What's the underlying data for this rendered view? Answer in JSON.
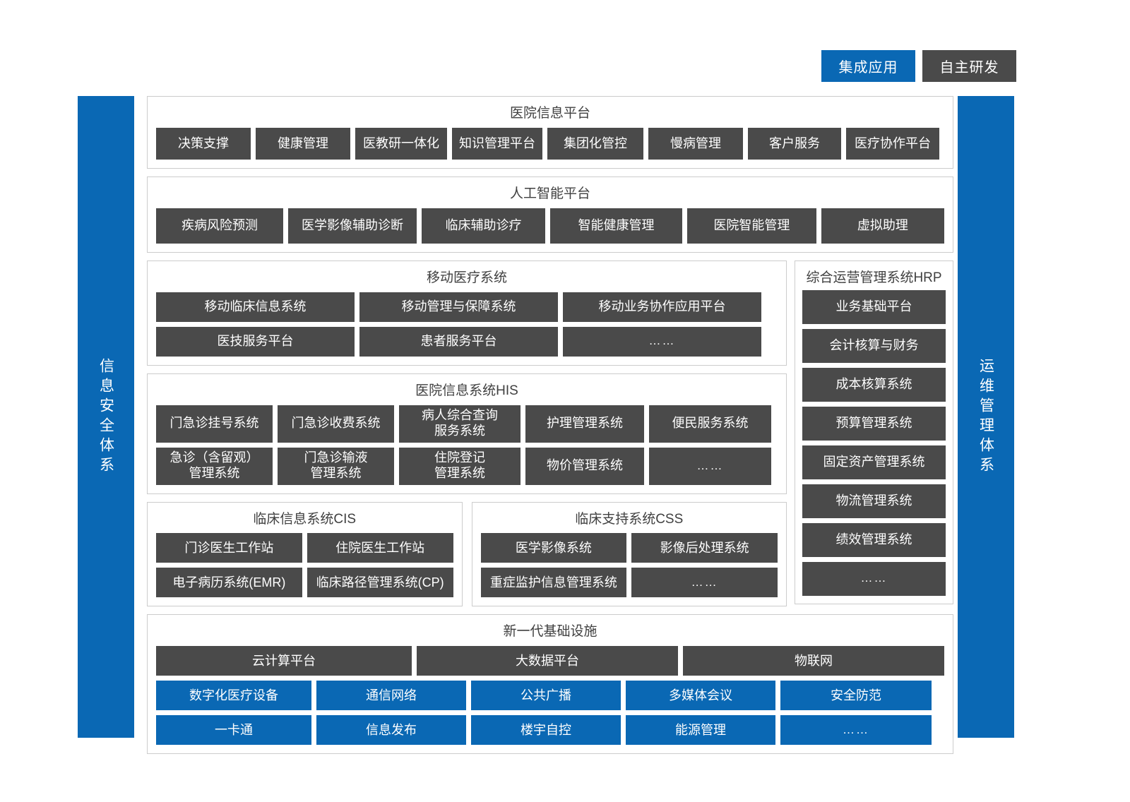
{
  "legend": {
    "integrated_label": "集成应用",
    "selfdev_label": "自主研发",
    "integrated_color": "#0a68b4",
    "selfdev_color": "#4a4a4a"
  },
  "sidebars": {
    "left_label": "信息安全体系",
    "right_label": "运维管理体系",
    "color": "#0a68b4"
  },
  "sections": {
    "hospital_platform": {
      "title": "医院信息平台",
      "items": [
        "决策支撑",
        "健康管理",
        "医教研一体化",
        "知识管理平台",
        "集团化管控",
        "慢病管理",
        "客户服务",
        "医疗协作平台"
      ]
    },
    "ai_platform": {
      "title": "人工智能平台",
      "items": [
        "疾病风险预测",
        "医学影像辅助诊断",
        "临床辅助诊疗",
        "智能健康管理",
        "医院智能管理",
        "虚拟助理"
      ]
    },
    "mobile_medical": {
      "title": "移动医疗系统",
      "row1": [
        "移动临床信息系统",
        "移动管理与保障系统",
        "移动业务协作应用平台"
      ],
      "row2": [
        "医技服务平台",
        "患者服务平台",
        "……"
      ]
    },
    "his": {
      "title": "医院信息系统HIS",
      "row1": [
        "门急诊挂号系统",
        "门急诊收费系统",
        "病人综合查询\n服务系统",
        "护理管理系统",
        "便民服务系统"
      ],
      "row2": [
        "急诊（含留观）\n管理系统",
        "门急诊输液\n管理系统",
        "住院登记\n管理系统",
        "物价管理系统",
        "……"
      ]
    },
    "cis": {
      "title": "临床信息系统CIS",
      "row1": [
        "门诊医生工作站",
        "住院医生工作站"
      ],
      "row2": [
        "电子病历系统(EMR)",
        "临床路径管理系统(CP)"
      ]
    },
    "css": {
      "title": "临床支持系统CSS",
      "row1": [
        "医学影像系统",
        "影像后处理系统"
      ],
      "row2": [
        "重症监护信息管理系统",
        "……"
      ]
    },
    "hrp": {
      "title": "综合运营管理系统HRP",
      "items": [
        "业务基础平台",
        "会计核算与财务",
        "成本核算系统",
        "预算管理系统",
        "固定资产管理系统",
        "物流管理系统",
        "绩效管理系统",
        "……"
      ]
    },
    "infrastructure": {
      "title": "新一代基础设施",
      "dark_row": [
        "云计算平台",
        "大数据平台",
        "物联网"
      ],
      "blue_row1": [
        "数字化医疗设备",
        "通信网络",
        "公共广播",
        "多媒体会议",
        "安全防范"
      ],
      "blue_row2": [
        "一卡通",
        "信息发布",
        "楼宇自控",
        "能源管理",
        "……"
      ]
    }
  }
}
